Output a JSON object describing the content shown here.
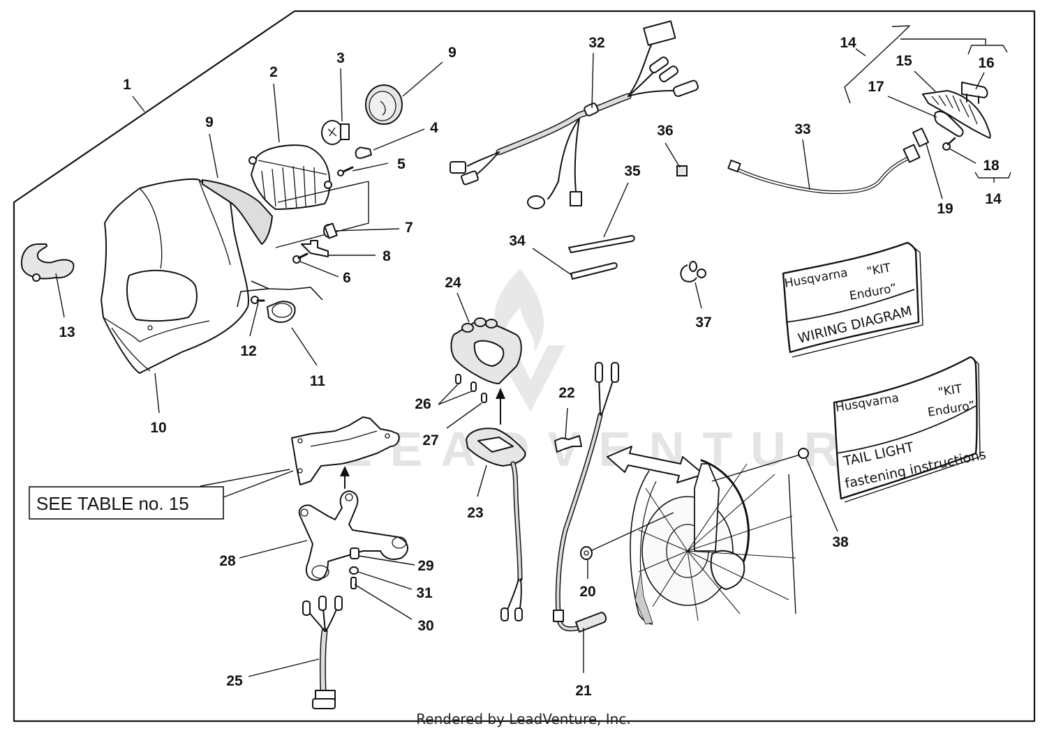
{
  "diagram": {
    "title": "Husqvarna Kit Enduro - Lighting and Wiring Exploded View",
    "callouts": [
      {
        "id": "c1",
        "label": "1"
      },
      {
        "id": "c2",
        "label": "2"
      },
      {
        "id": "c3",
        "label": "3"
      },
      {
        "id": "c4",
        "label": "4"
      },
      {
        "id": "c5",
        "label": "5"
      },
      {
        "id": "c6",
        "label": "6"
      },
      {
        "id": "c7",
        "label": "7"
      },
      {
        "id": "c8",
        "label": "8"
      },
      {
        "id": "c9a",
        "label": "9"
      },
      {
        "id": "c9b",
        "label": "9"
      },
      {
        "id": "c10",
        "label": "10"
      },
      {
        "id": "c11",
        "label": "11"
      },
      {
        "id": "c12",
        "label": "12"
      },
      {
        "id": "c13",
        "label": "13"
      },
      {
        "id": "c14a",
        "label": "14"
      },
      {
        "id": "c14b",
        "label": "14"
      },
      {
        "id": "c15",
        "label": "15"
      },
      {
        "id": "c16",
        "label": "16"
      },
      {
        "id": "c17",
        "label": "17"
      },
      {
        "id": "c18",
        "label": "18"
      },
      {
        "id": "c19",
        "label": "19"
      },
      {
        "id": "c20",
        "label": "20"
      },
      {
        "id": "c21",
        "label": "21"
      },
      {
        "id": "c22",
        "label": "22"
      },
      {
        "id": "c23",
        "label": "23"
      },
      {
        "id": "c24",
        "label": "24"
      },
      {
        "id": "c25",
        "label": "25"
      },
      {
        "id": "c26",
        "label": "26"
      },
      {
        "id": "c27",
        "label": "27"
      },
      {
        "id": "c28",
        "label": "28"
      },
      {
        "id": "c29",
        "label": "29"
      },
      {
        "id": "c30",
        "label": "30"
      },
      {
        "id": "c31",
        "label": "31"
      },
      {
        "id": "c32",
        "label": "32"
      },
      {
        "id": "c33",
        "label": "33"
      },
      {
        "id": "c34",
        "label": "34"
      },
      {
        "id": "c35",
        "label": "35"
      },
      {
        "id": "c36",
        "label": "36"
      },
      {
        "id": "c37",
        "label": "37"
      },
      {
        "id": "c38",
        "label": "38"
      }
    ],
    "see_table_label": "SEE TABLE no. 15",
    "booklets": [
      {
        "brand": "Husqvarna",
        "kit_line1": "\"KIT",
        "kit_line2": "Enduro”",
        "title_line1": "WIRING DIAGRAM",
        "title_line2": ""
      },
      {
        "brand": "Husqvarna",
        "kit_line1": "\"KIT",
        "kit_line2": "Enduro”",
        "title_line1": "TAIL LIGHT",
        "title_line2": "fastening instructions"
      }
    ],
    "watermark": "LEADVENTURE"
  },
  "footer": {
    "text": "Rendered by LeadVenture, Inc."
  }
}
